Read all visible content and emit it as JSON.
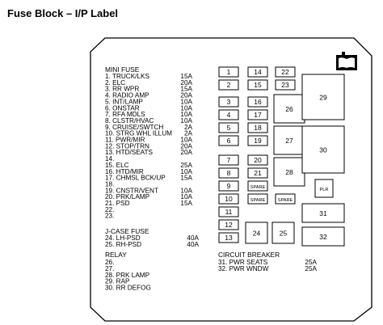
{
  "title": "Fuse Block – I/P Label",
  "mini_fuse": {
    "heading": "MINI FUSE",
    "items": [
      {
        "name": "1. TRUCK/LKS",
        "amp": "15A"
      },
      {
        "name": "2. ELC",
        "amp": "20A"
      },
      {
        "name": "3. RR WPR",
        "amp": "15A"
      },
      {
        "name": "4. RADIO AMP",
        "amp": "20A"
      },
      {
        "name": "5. INT/LAMP",
        "amp": "10A"
      },
      {
        "name": "6. ONSTAR",
        "amp": "10A"
      },
      {
        "name": "7. RFA MDLS",
        "amp": "10A"
      },
      {
        "name": "8. CLSTR/HVAC",
        "amp": "10A"
      },
      {
        "name": "9. CRUISE/SWTCH",
        "amp": "2A"
      },
      {
        "name": "10. STRG WHL ILLUM",
        "amp": "2A"
      },
      {
        "name": "11. PWR/MIR",
        "amp": "10A"
      },
      {
        "name": "12. STOP/TRN",
        "amp": "20A"
      },
      {
        "name": "13. HTD/SEATS",
        "amp": "20A"
      },
      {
        "name": "14.",
        "amp": ""
      },
      {
        "name": "15. ELC",
        "amp": "25A"
      },
      {
        "name": "16. HTD/MIR",
        "amp": "10A"
      },
      {
        "name": "17. CHMSL BCK/UP",
        "amp": "15A"
      },
      {
        "name": "18.",
        "amp": ""
      },
      {
        "name": "19. CNSTR/VENT",
        "amp": "10A"
      },
      {
        "name": "20. PRK/LAMP",
        "amp": "10A"
      },
      {
        "name": "21. PSD",
        "amp": "15A"
      },
      {
        "name": "22.",
        "amp": ""
      },
      {
        "name": "23.",
        "amp": ""
      }
    ]
  },
  "jcase_fuse": {
    "heading": "J-CASE FUSE",
    "items": [
      {
        "name": "24. LH-PSD",
        "amp": "40A"
      },
      {
        "name": "25. RH-PSD",
        "amp": "40A"
      }
    ]
  },
  "relay": {
    "heading": "RELAY",
    "items": [
      "26.",
      "27.",
      "28. PRK LAMP",
      "29. RAP",
      "30. RR DEFOG"
    ]
  },
  "circuit_breaker": {
    "heading": "CIRCUIT BREAKER",
    "items": [
      {
        "name": "31. PWR SEATS",
        "amp": "25A"
      },
      {
        "name": "32. PWR WNDW",
        "amp": "25A"
      }
    ]
  },
  "fuse_numbers": [
    "1",
    "14",
    "22",
    "2",
    "15",
    "23",
    "3",
    "16",
    "4",
    "17",
    "5",
    "18",
    "6",
    "19",
    "7",
    "20",
    "8",
    "21",
    "9",
    "10",
    "11",
    "12",
    "13"
  ],
  "spare_label": "SPARE",
  "plr_label": "PLR",
  "relay_numbers": [
    "26",
    "27",
    "28",
    "29",
    "30",
    "31",
    "32",
    "24",
    "25"
  ]
}
